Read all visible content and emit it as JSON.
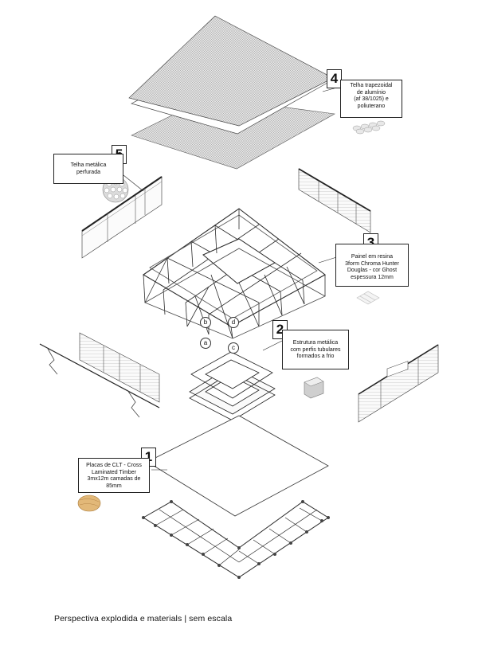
{
  "callouts": {
    "roof": {
      "number": "4",
      "line1": "Telha trapezoidal",
      "line2": "de alumínio",
      "line3": "(af 38/1025) e",
      "line4": "poliuterano"
    },
    "perforated": {
      "number": "5",
      "line1": "Telha metálica",
      "line2": "perfurada"
    },
    "panel": {
      "number": "3",
      "line1": "Painel em resina",
      "line2": "3form Chroma Hunter",
      "line3": "Douglas - cor Ghost",
      "line4": "espessura 12mm"
    },
    "structure": {
      "number": "2",
      "line1": "Estrutura metálica",
      "line2": "com perfis tubulares",
      "line3": "formados a frio"
    },
    "clt": {
      "number": "1",
      "line1": "Placas de CLT - Cross",
      "line2": "Laminated Timber",
      "line3": "3mx12m camadas de",
      "line4": "85mm"
    }
  },
  "column_tags": {
    "a": "a",
    "b": "b",
    "c": "c",
    "d": "d"
  },
  "caption": "Perspectiva explodida e materials | sem escala"
}
